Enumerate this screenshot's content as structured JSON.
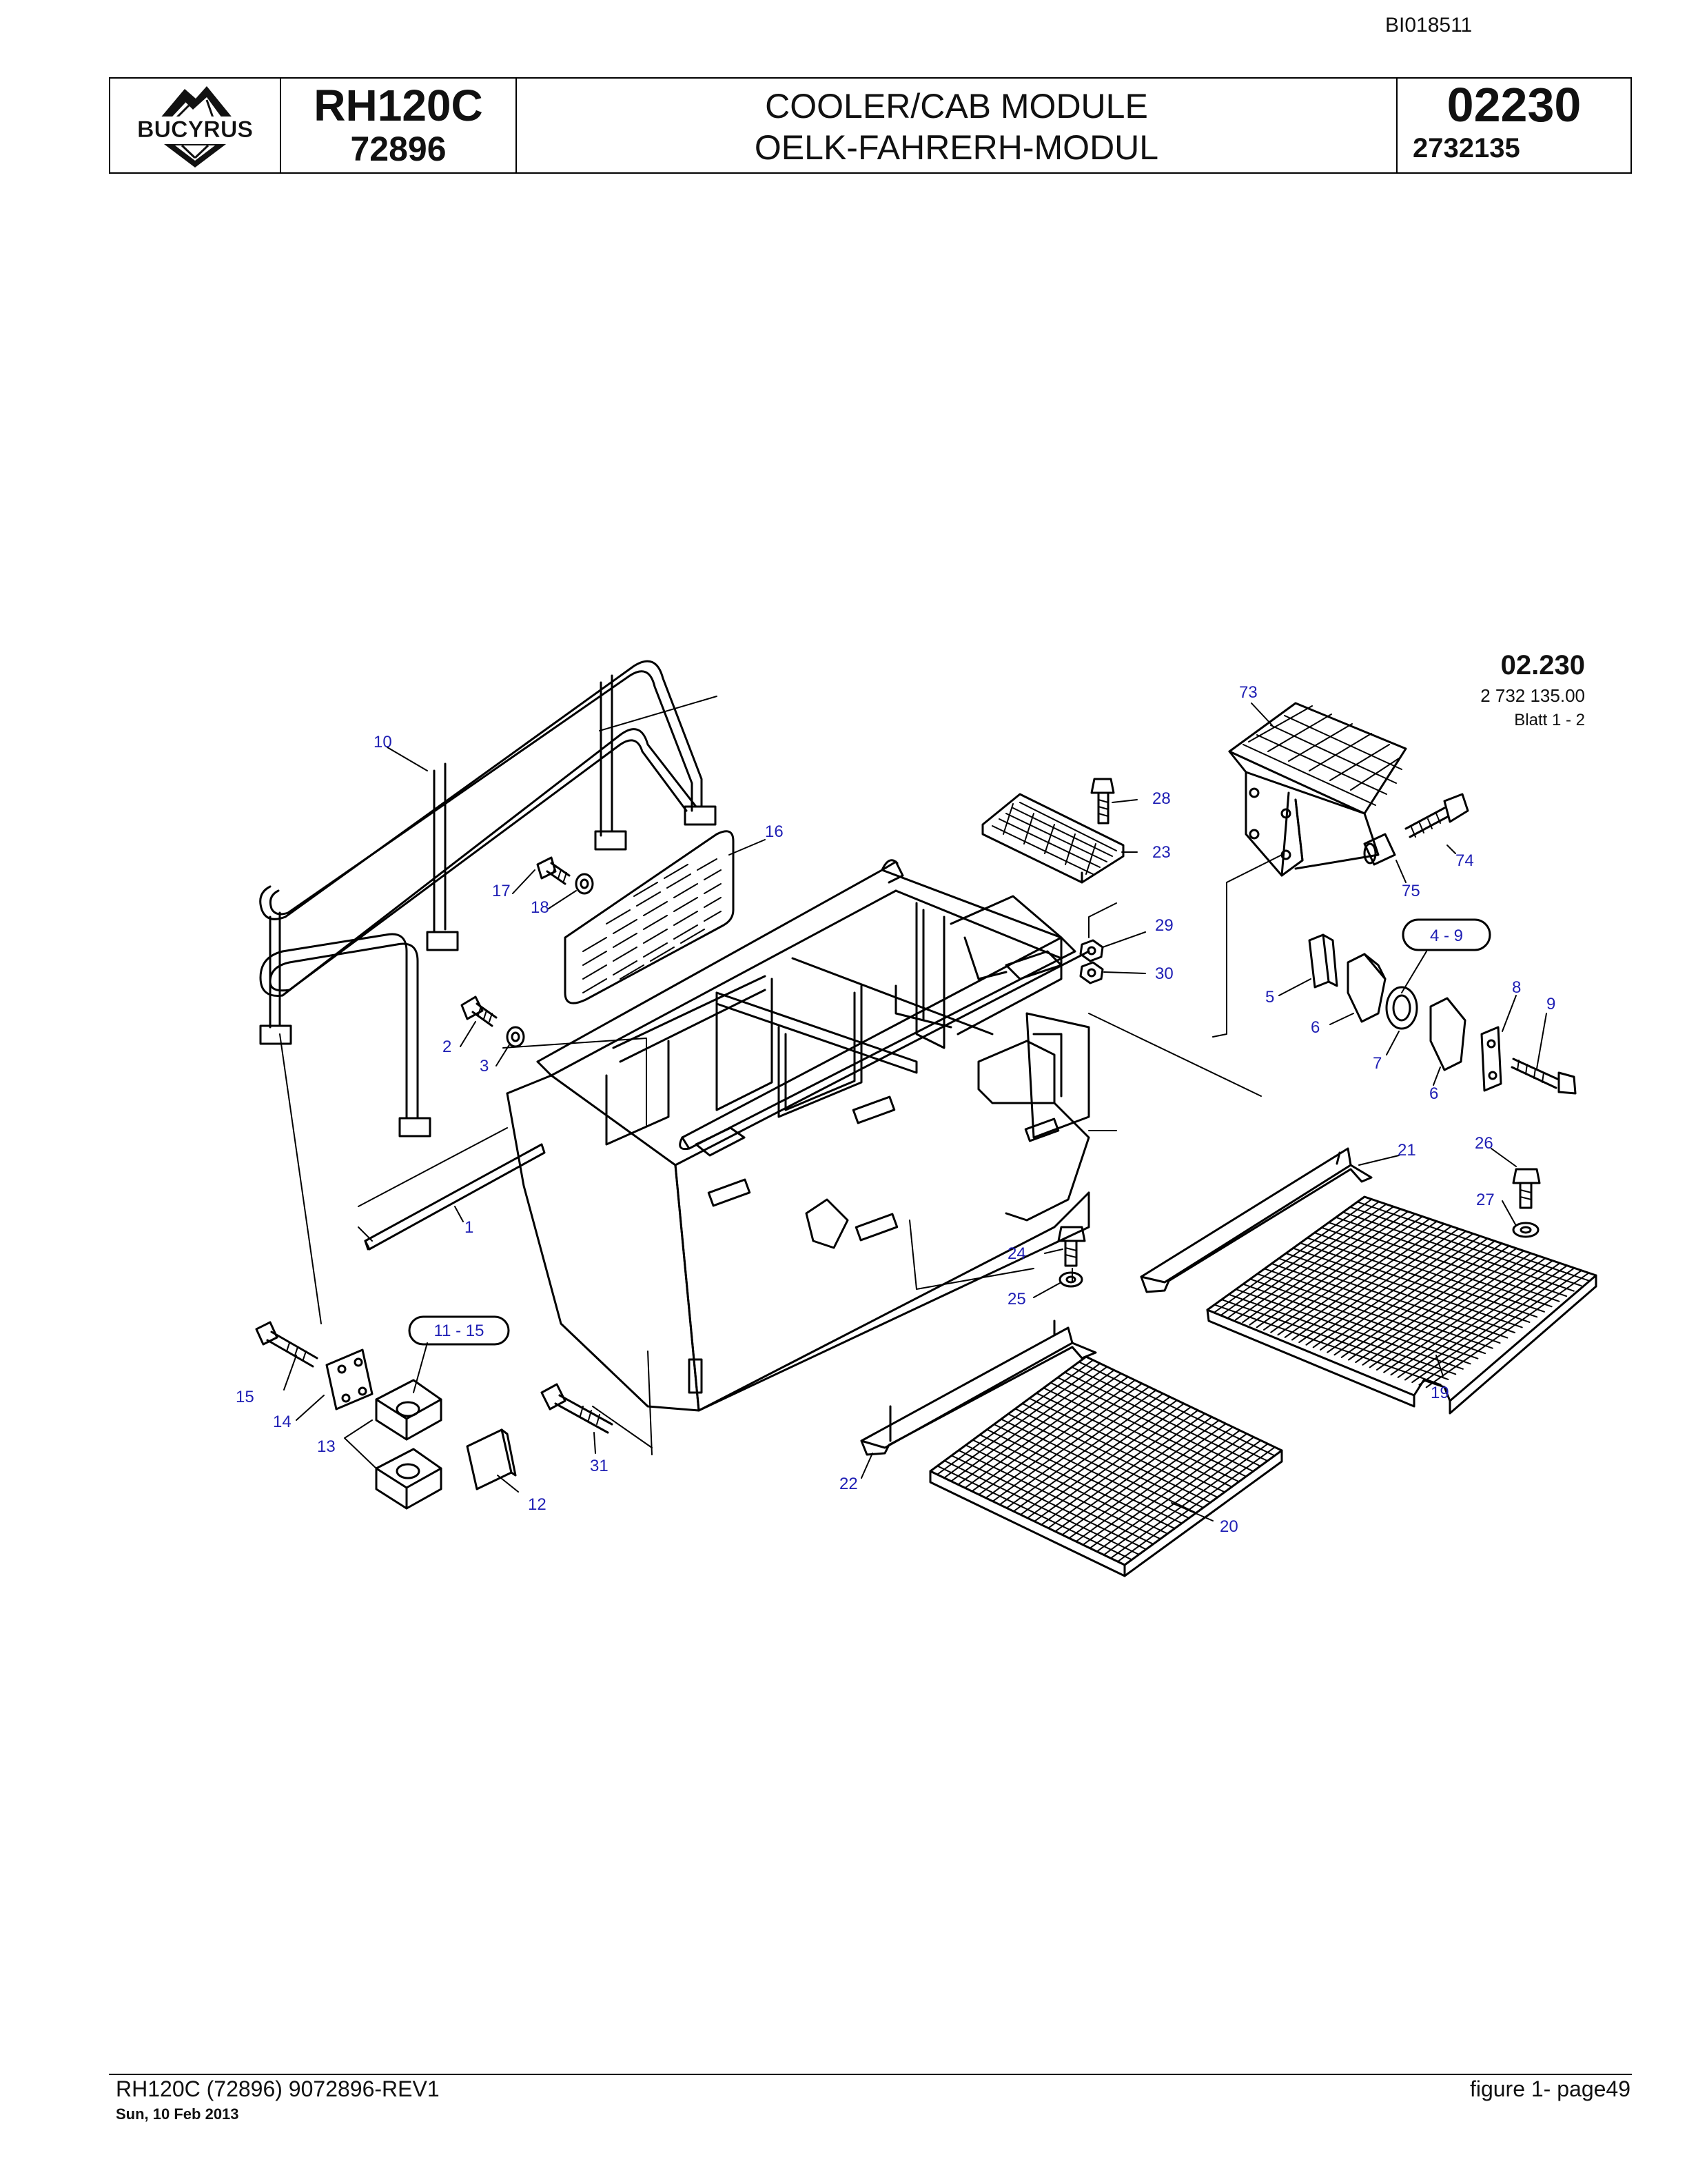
{
  "doc_id": "BI018511",
  "header": {
    "logo_text": "BUCYRUS",
    "model": "RH120C",
    "serial": "72896",
    "title_en": "COOLER/CAB MODULE",
    "title_de": "OELK-FAHRERH-MODUL",
    "group_number": "02230",
    "part_number": "2732135"
  },
  "diagram": {
    "group_code": "02.230",
    "drawing_number": "2 732 135.00",
    "sheet": "Blatt 1 - 2",
    "callouts": [
      "1",
      "2",
      "3",
      "4 - 9",
      "5",
      "6",
      "6",
      "7",
      "8",
      "9",
      "10",
      "11 - 15",
      "12",
      "13",
      "14",
      "15",
      "16",
      "17",
      "18",
      "19",
      "20",
      "21",
      "22",
      "23",
      "24",
      "25",
      "26",
      "27",
      "28",
      "29",
      "30",
      "31",
      "73",
      "74",
      "75"
    ],
    "colors": {
      "callout": "#1f1fb4",
      "line": "#000000"
    }
  },
  "footer": {
    "left": "RH120C (72896) 9072896-REV1",
    "date": "Sun, 10 Feb 2013",
    "right": "figure  1- page49"
  }
}
